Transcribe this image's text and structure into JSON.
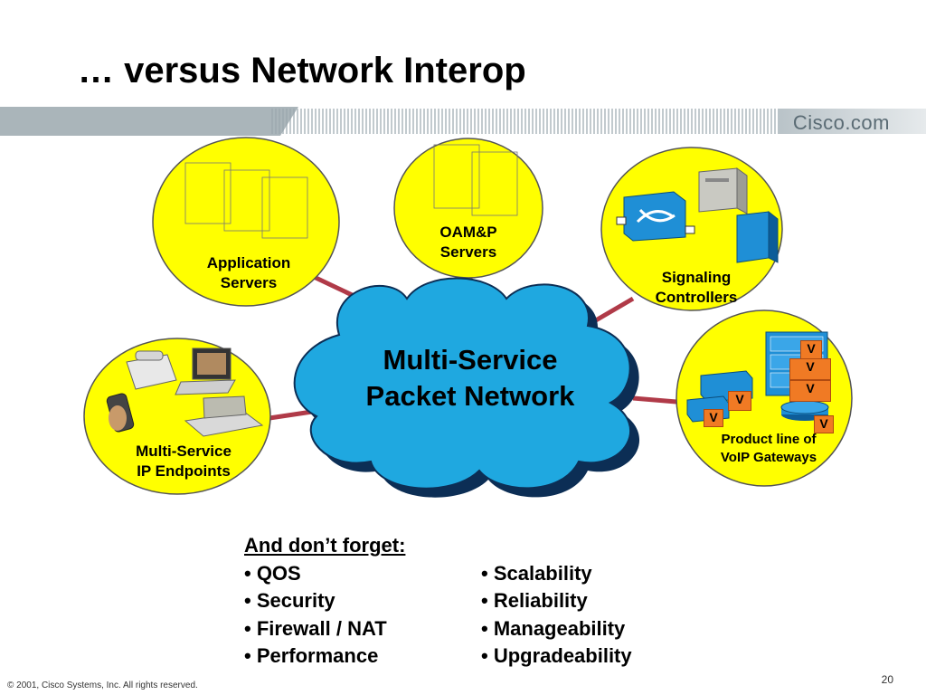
{
  "title": "… versus Network Interop",
  "brand": "Cisco.com",
  "cloud": {
    "line1": "Multi-Service",
    "line2": "Packet Network"
  },
  "bubbles": {
    "application": {
      "line1": "Application",
      "line2": "Servers"
    },
    "oamp": {
      "line1": "OAM&P",
      "line2": "Servers"
    },
    "signaling": {
      "line1": "Signaling",
      "line2": "Controllers"
    },
    "endpoints": {
      "line1": "Multi-Service",
      "line2": "IP Endpoints"
    },
    "gateways": {
      "line1": "Product line of",
      "line2": "VoIP Gateways"
    }
  },
  "gateway_marker": "V",
  "reminder": {
    "heading": "And don’t forget:",
    "left": [
      "• QOS",
      "• Security",
      "• Firewall / NAT",
      "• Performance"
    ],
    "right": [
      "• Scalability",
      "• Reliability",
      "• Manageability",
      "• Upgradeability"
    ]
  },
  "footer": "© 2001, Cisco Systems, Inc. All rights reserved.",
  "page_number": "20",
  "colors": {
    "bubble_fill": "#ffff00",
    "bubble_stroke": "#555555",
    "connector": "#b03a48",
    "cloud_fill": "#1fa8e0",
    "cloud_shadow": "#0c2e55",
    "accent_blue": "#1f8fd6",
    "gateway_orange": "#f07a24"
  }
}
